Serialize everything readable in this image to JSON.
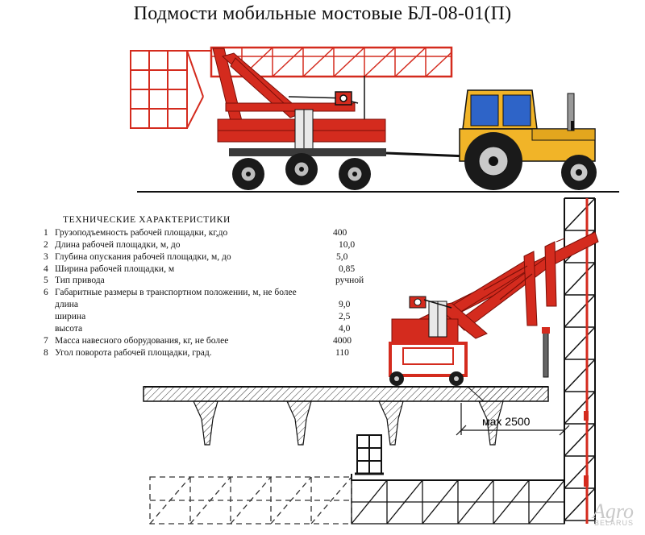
{
  "title": "Подмости мобильные мостовые БЛ-08-01(П)",
  "specs": {
    "heading": "ТЕХНИЧЕСКИЕ  ХАРАКТЕРИСТИКИ",
    "rows": [
      {
        "n": "1",
        "label": "Грузоподъемность рабочей площадки, кг,до",
        "value": "400"
      },
      {
        "n": "2",
        "label": "Длина рабочей площадки, м, до",
        "value": "10,0"
      },
      {
        "n": "3",
        "label": "Глубина опускания рабочей площадки, м, до",
        "value": "5,0"
      },
      {
        "n": "4",
        "label": "Ширина рабочей площадки, м",
        "value": "0,85"
      },
      {
        "n": "5",
        "label": "Тип привода",
        "value": "ручной"
      },
      {
        "n": "6",
        "label": "Габаритные размеры в транспортном  положении, м, не более",
        "value": ""
      },
      {
        "n": "",
        "label": "длина",
        "value": "9,0"
      },
      {
        "n": "",
        "label": "ширина",
        "value": "2,5"
      },
      {
        "n": "",
        "label": "высота",
        "value": "4,0"
      },
      {
        "n": "7",
        "label": "Масса навесного оборудования, кг, не более",
        "value": "4000"
      },
      {
        "n": "8",
        "label": "Угол поворота рабочей площадки, град.",
        "value": "110"
      }
    ]
  },
  "dimension": "мах 2500",
  "watermark": {
    "logo": "Agro",
    "sub": "BELARUS"
  },
  "colors": {
    "frame": "#d42b1e",
    "cab": "#f1b428",
    "glass": "#2e64c8",
    "ink": "#111111"
  }
}
